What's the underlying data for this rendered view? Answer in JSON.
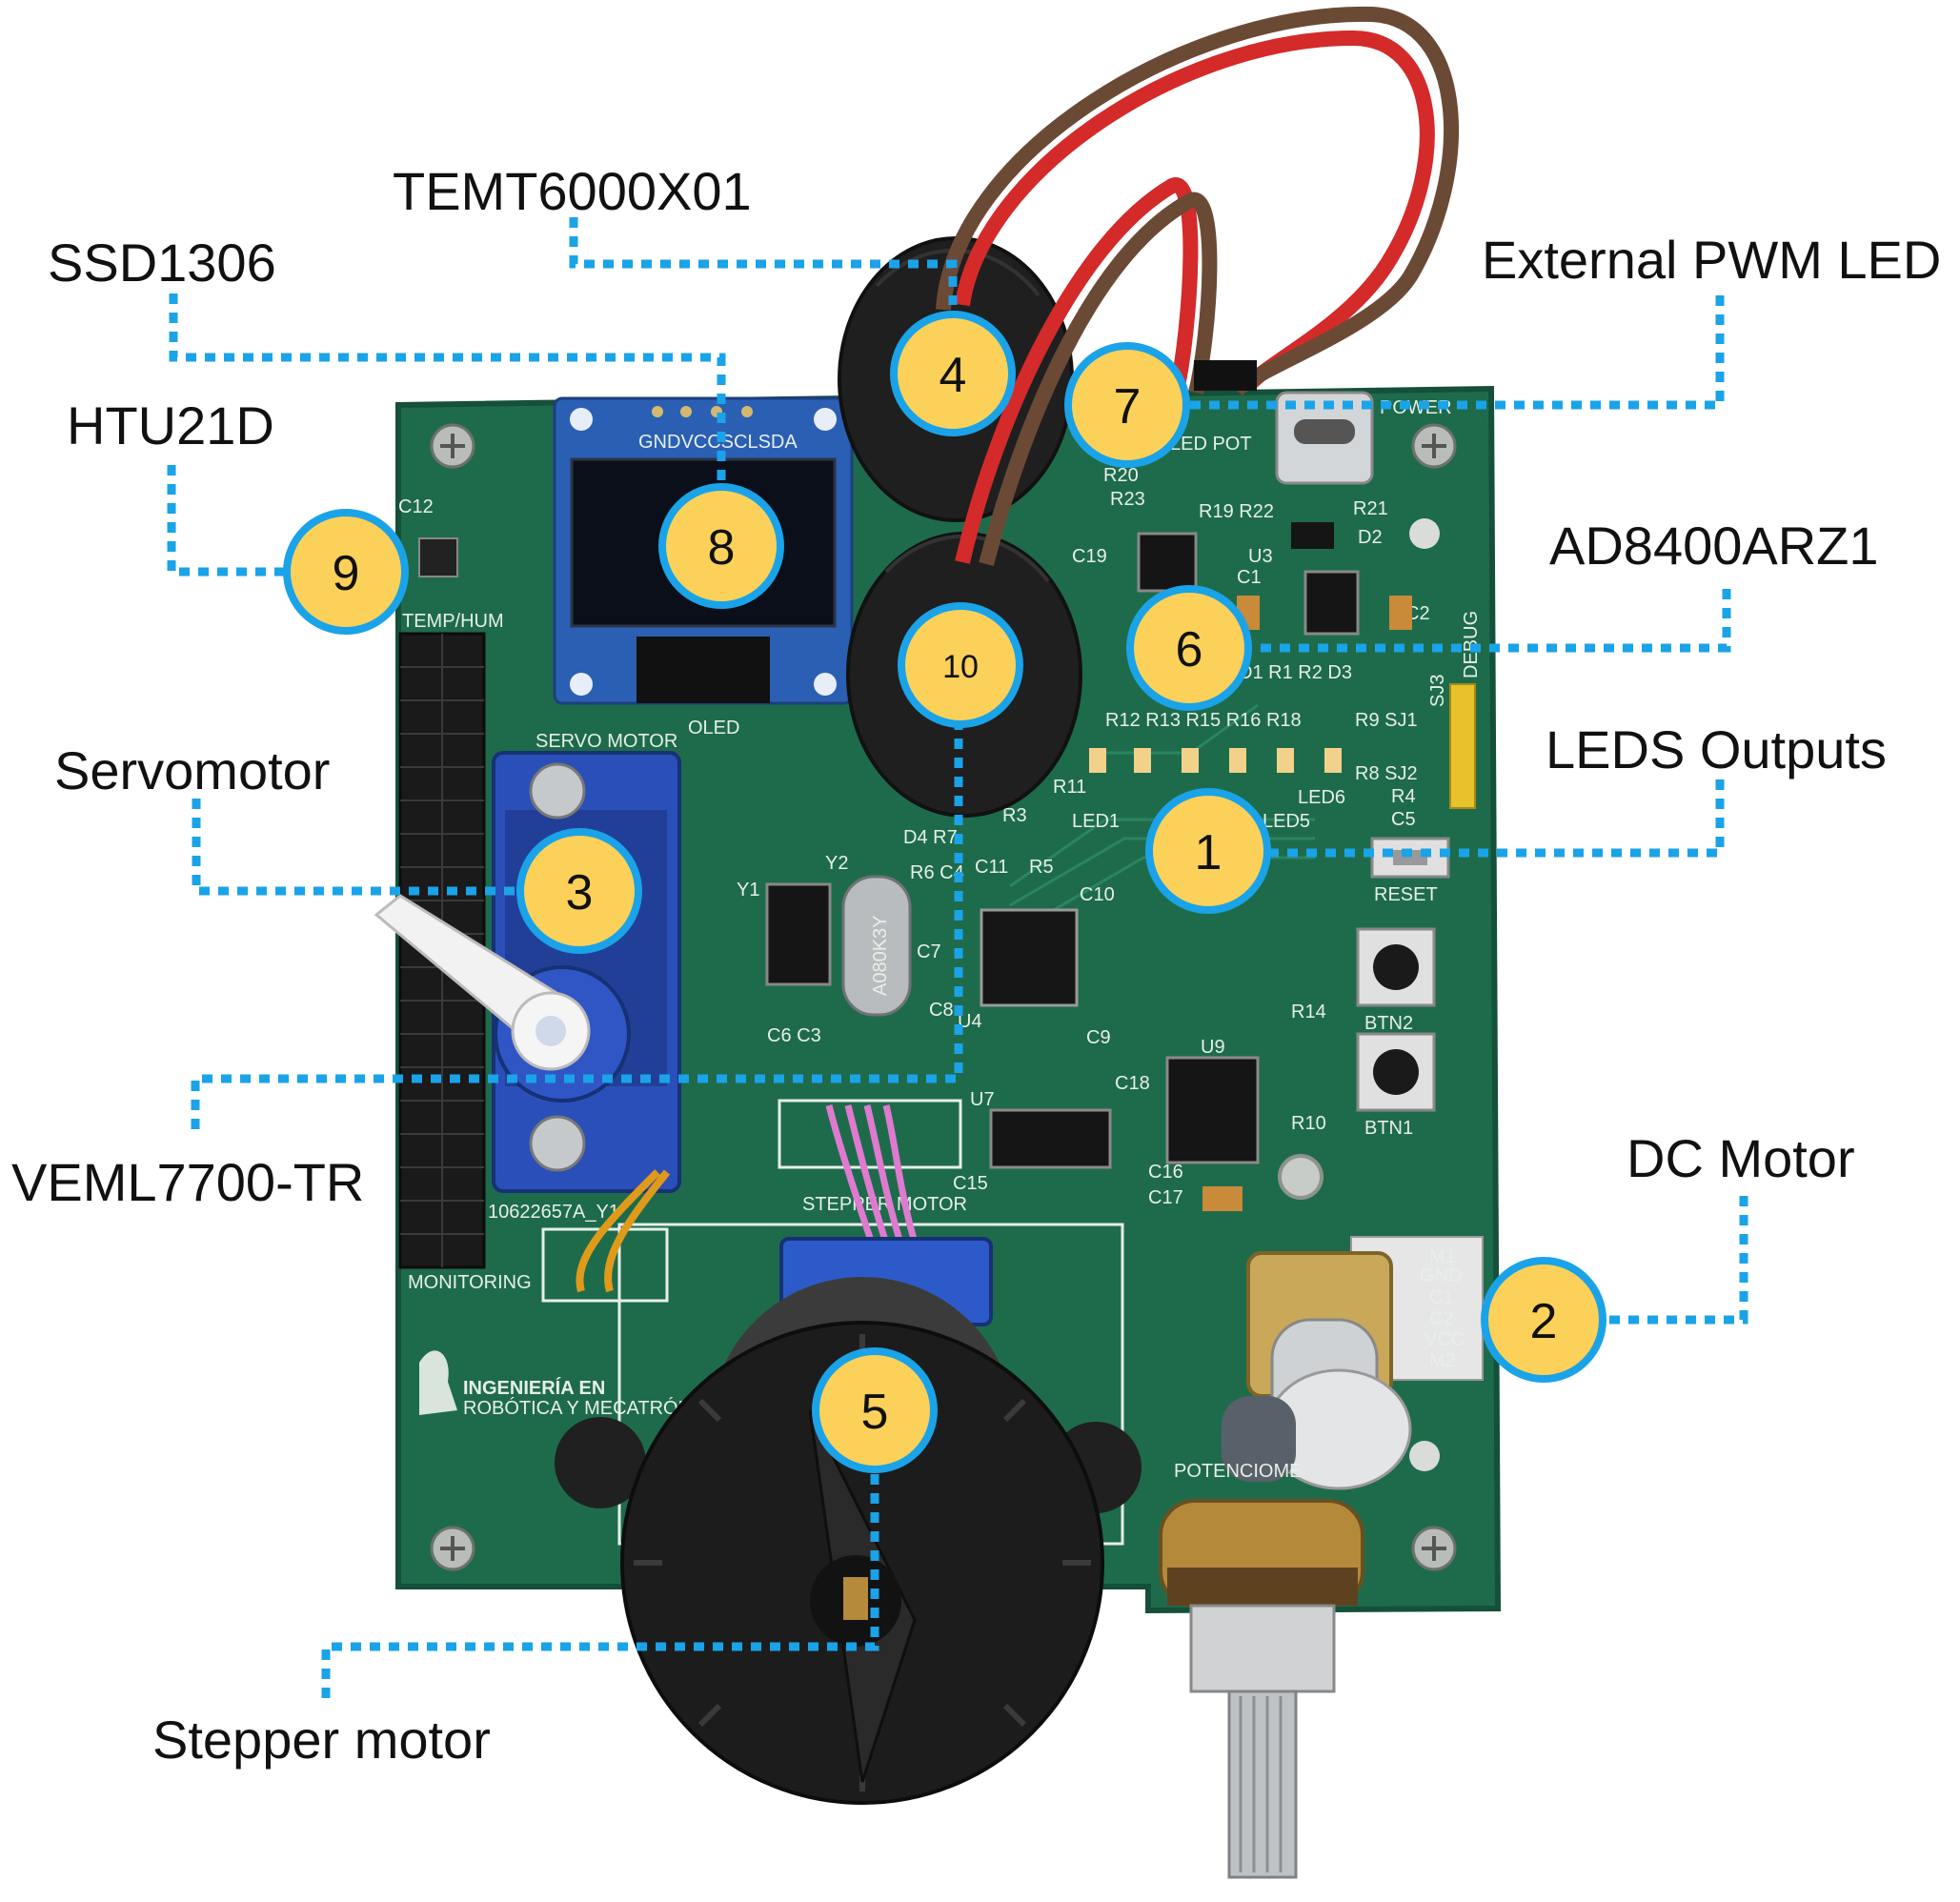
{
  "colors": {
    "leader": "#1aa3e8",
    "badge_fill": "#fcd15a",
    "badge_ring": "#1aa3e8",
    "pcb": "#1e6b4c",
    "pcb_edge": "#14503a",
    "silkscreen": "#e6efe9",
    "black_plastic": "#1c1c1c",
    "servo_blue": "#2a4fb8",
    "wire_red": "#d42a2a",
    "wire_brown": "#6b4a35"
  },
  "labels": {
    "temt6000x01": "TEMT6000X01",
    "ssd1306": "SSD1306",
    "htu21d": "HTU21D",
    "servomotor": "Servomotor",
    "veml7700": "VEML7700-TR",
    "stepper_motor": "Stepper motor",
    "external_pwm_led": "External PWM LED",
    "ad8400arz1": "AD8400ARZ1",
    "leds_outputs": "LEDS Outputs",
    "dc_motor": "DC Motor"
  },
  "badges": {
    "b1": "1",
    "b2": "2",
    "b3": "3",
    "b4": "4",
    "b5": "5",
    "b6": "6",
    "b7": "7",
    "b8": "8",
    "b9": "9",
    "b10": "10"
  },
  "silkscreen": {
    "oled_pins": "GNDVCCSCLSDA",
    "oled": "OLED",
    "servo_motor": "SERVO MOTOR",
    "temp_hum": "TEMP/HUM",
    "c12": "C12",
    "stepper_motor": "STEPPER MOTOR",
    "monitoring": "MONITORING",
    "reset": "RESET",
    "btn1": "BTN1",
    "btn2": "BTN2",
    "r10": "R10",
    "r14": "R14",
    "u9": "U9",
    "u7": "U7",
    "u4": "U4",
    "u3": "U3",
    "y1": "Y1",
    "y2": "Y2",
    "crystal": "A080K3Y",
    "potenciometro": "POTENCIOME",
    "debug": "DEBUG",
    "power": "POWER",
    "led_pot": "LED POT",
    "led_row": "R12 R13 R15 R16 R18",
    "led1": "LED1",
    "led5": "LED5",
    "led6": "LED6",
    "r9sj1": "R9 SJ1",
    "r8sj2": "R8 SJ2",
    "r4": "R4",
    "c5": "C5",
    "sj3": "SJ3",
    "r1r2d3": "D1 R1 R2 D3",
    "c1": "C1",
    "c2": "C2",
    "d2": "D2",
    "r19r22": "R19 R22",
    "r21": "R21",
    "r20": "R20",
    "r23": "R23",
    "c19": "C19",
    "c18": "C18",
    "c16": "C16",
    "c17": "C17",
    "c15": "C15",
    "c9": "C9",
    "c10": "C10",
    "c11": "C11",
    "c7": "C7",
    "c8": "C8",
    "c6c3": "C6 C3",
    "r3": "R3",
    "r5": "R5",
    "r6c4": "R6 C4",
    "d4r7": "D4 R7",
    "r11": "R11",
    "dc_m1": "M1",
    "dc_gnd": "GND",
    "dc_c1": "C1",
    "dc_c2": "C2",
    "dc_vcc": "VCC",
    "dc_m2": "M2",
    "logo_line1": "INGENIERÍA EN",
    "logo_line2": "ROBÓTICA Y MECATRÓNICA",
    "board_id": "10622657A_Y1"
  }
}
